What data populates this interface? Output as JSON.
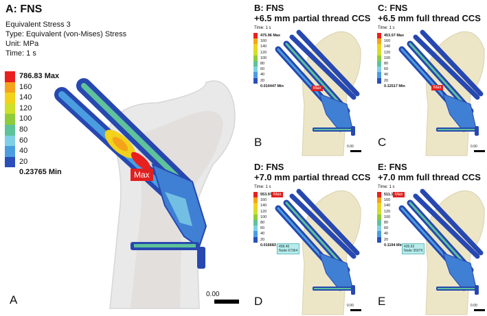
{
  "figure": {
    "panelA": {
      "title": "A: FNS",
      "meta": [
        "Equivalent Stress 3",
        "Type: Equivalent (von-Mises) Stress",
        "Unit: MPa",
        "Time: 1 s"
      ],
      "legend": [
        "786.83 Max",
        "160",
        "140",
        "120",
        "100",
        "80",
        "60",
        "40",
        "20",
        "0.23765 Min"
      ],
      "max_flag": "Max",
      "letter": "A",
      "scale_label": "0.00"
    },
    "panelB": {
      "title_line1": "B: FNS",
      "title_line2": "+6.5 mm partial thread CCS",
      "time": "Time: 1 s",
      "legend": [
        "475.96 Max",
        "160",
        "140",
        "120",
        "100",
        "80",
        "60",
        "40",
        "20",
        "0.010447 Min"
      ],
      "max_flag": "Max",
      "letter": "B",
      "scale_label": "0.00"
    },
    "panelC": {
      "title_line1": "C: FNS",
      "title_line2": "+6.5 mm full thread CCS",
      "time": "Time: 1 s",
      "legend": [
        "453.57 Max",
        "160",
        "140",
        "120",
        "100",
        "80",
        "60",
        "40",
        "20",
        "0.12517 Min"
      ],
      "max_flag": "Max",
      "letter": "C",
      "scale_label": "0.00"
    },
    "panelD": {
      "title_line1": "D: FNS",
      "title_line2": "+7.0 mm partial thread CCS",
      "time": "Time: 1 s",
      "legend": [
        "553.97 Max",
        "160",
        "140",
        "120",
        "100",
        "80",
        "60",
        "40",
        "20",
        "0.016683 Min"
      ],
      "max_flag": "Max",
      "probe": [
        "458.46",
        "Node 67364"
      ],
      "letter": "D",
      "scale_label": "0.00"
    },
    "panelE": {
      "title_line1": "E: FNS",
      "title_line2": "+7.0 mm full thread CCS",
      "time": "Time: 1 s",
      "legend": [
        "511.17 Max",
        "160",
        "140",
        "120",
        "100",
        "80",
        "60",
        "40",
        "20",
        "0.1194 Min"
      ],
      "max_flag": "Max",
      "probe": [
        "435.62",
        "Node 35979"
      ],
      "letter": "E",
      "scale_label": "0.00"
    },
    "legend_colors": [
      "#e8201e",
      "#f5a21c",
      "#f2d21a",
      "#cfe02a",
      "#8fcc3c",
      "#5ec29a",
      "#7fcfe6",
      "#4a9ee0",
      "#2a4fb8"
    ]
  }
}
